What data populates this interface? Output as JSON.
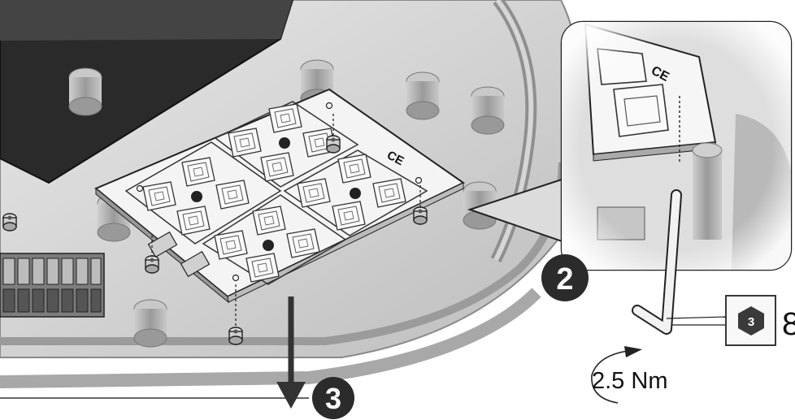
{
  "steps": {
    "step_2": "2",
    "step_3": "3"
  },
  "tool": {
    "hex_key_size": "3",
    "trailing_glyph": "8"
  },
  "torque": {
    "value": "2.5 Nm"
  },
  "board_marks": {
    "ce_mark": "CE"
  },
  "colors": {
    "housing": "#d9d9d9",
    "housing_shadow": "#a9a9a9",
    "board": "#f4f4f4",
    "badge": "#2b2b2b",
    "callout_bg": "#dcdcdc"
  }
}
